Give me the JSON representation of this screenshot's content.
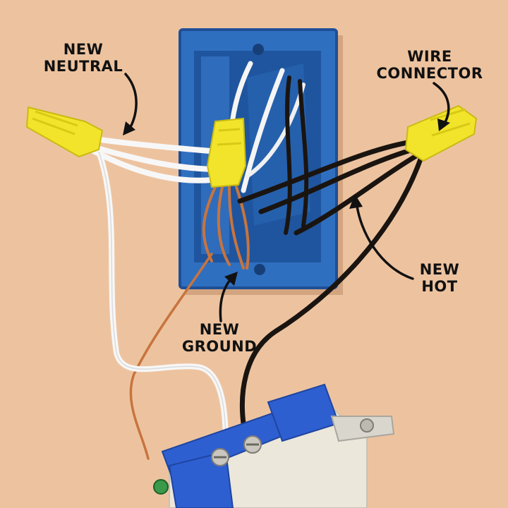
{
  "labels": {
    "new_neutral": {
      "line1": "NEW",
      "line2": "NEUTRAL"
    },
    "wire_connector": {
      "line1": "WIRE",
      "line2": "CONNECTOR"
    },
    "new_hot": {
      "line1": "NEW",
      "line2": "HOT"
    },
    "new_ground": {
      "line1": "NEW",
      "line2": "GROUND"
    }
  },
  "colors": {
    "wall": "#efc7a4",
    "box": "#2f6fc0",
    "connector": "#f2e42a",
    "neutral_wire": "#f5f5f5",
    "hot_wire": "#1a1410",
    "ground_wire": "#c8743e",
    "receptacle_strap": "#2e5fd1",
    "receptacle_body": "#ece7db"
  }
}
